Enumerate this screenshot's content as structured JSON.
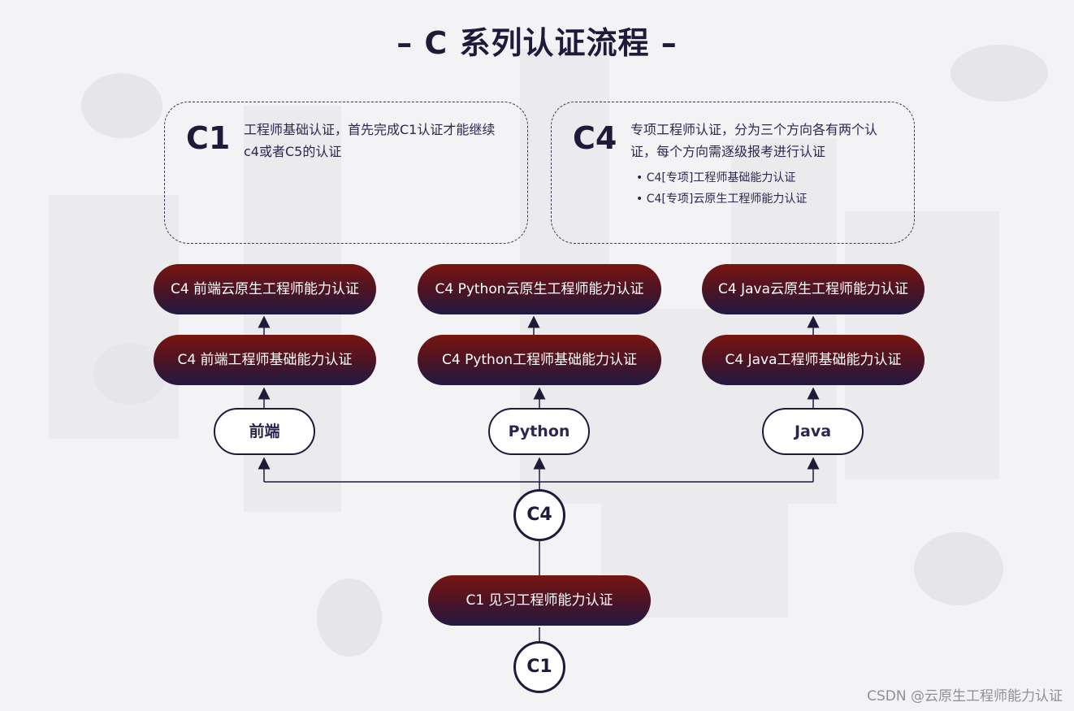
{
  "title": "– C 系列认证流程 –",
  "cards": [
    {
      "code": "C1",
      "description": "工程师基础认证，首先完成C1认证才能继续c4或者C5的认证",
      "bullets": []
    },
    {
      "code": "C4",
      "description": "专项工程师认证，分为三个方向各有两个认证，每个方向需逐级报考进行认证",
      "bullets": [
        "C4[专项]工程师基础能力认证",
        "C4[专项]云原生工程师能力认证"
      ]
    }
  ],
  "tracks": [
    {
      "name": "前端",
      "basic": "C4 前端工程师基础能力认证",
      "cloud_native": "C4 前端云原生工程师能力认证"
    },
    {
      "name": "Python",
      "basic": "C4 Python工程师基础能力认证",
      "cloud_native": "C4 Python云原生工程师能力认证"
    },
    {
      "name": "Java",
      "basic": "C4 Java工程师基础能力认证",
      "cloud_native": "C4 Java云原生工程师能力认证"
    }
  ],
  "nodes": {
    "c4_circle": "C4",
    "c1_exam": "C1 见习工程师能力认证",
    "c1_circle": "C1"
  },
  "watermark": "CSDN @云原生工程师能力认证",
  "colors": {
    "dark_navy": "#1e1b3a",
    "pill_red": "#781510",
    "pill_navy": "#201a42"
  }
}
